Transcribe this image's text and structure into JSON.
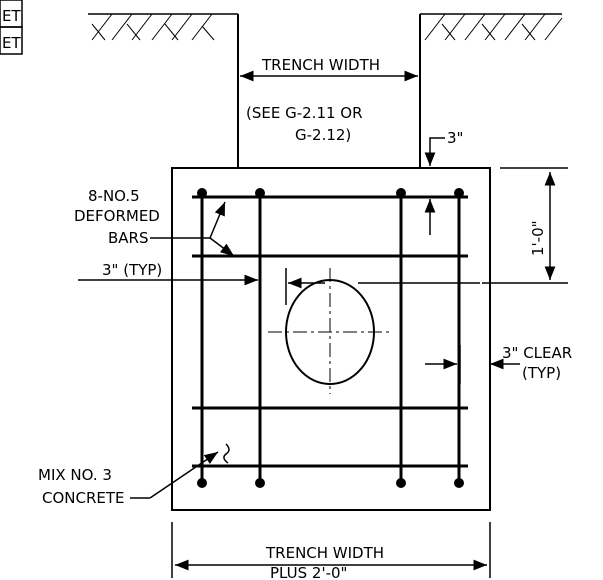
{
  "title_block": {
    "row1": "ET",
    "row2": "ET"
  },
  "labels": {
    "trench_width_top": "TRENCH WIDTH",
    "see_ref_line1": "(SEE G-2.11 OR",
    "see_ref_line2": "G-2.12)",
    "top_clearance": "3\"",
    "bars_line1": "8-NO.5",
    "bars_line2": "DEFORMED",
    "bars_line3": "BARS",
    "spacing_typ": "3\" (TYP)",
    "height_dim": "1'-0\"",
    "clear_line1": "3\" CLEAR",
    "clear_line2": "(TYP)",
    "mix_line1": "MIX NO. 3",
    "mix_line2": "CONCRETE",
    "bottom_width_line1": "TRENCH WIDTH",
    "bottom_width_line2": "PLUS 2'-0\""
  },
  "colors": {
    "ink": "#000000",
    "paper": "#ffffff"
  }
}
